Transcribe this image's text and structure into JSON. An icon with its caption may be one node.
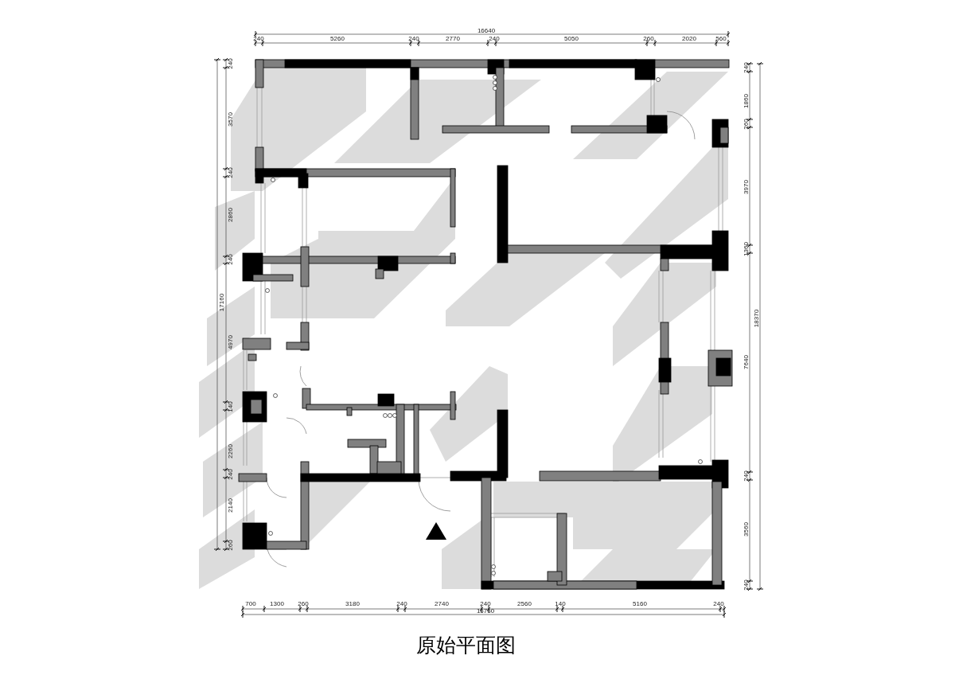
{
  "diagram": {
    "title": "原始平面图",
    "labels": [
      "16640",
      "240",
      "5260",
      "240",
      "2770",
      "240",
      "5050",
      "260",
      "2020",
      "560",
      "17160",
      "240",
      "3570",
      "240",
      "2860",
      "240",
      "4970",
      "140",
      "2260",
      "240",
      "2140",
      "260",
      "240",
      "1860",
      "260",
      "3970",
      "1360",
      "7640",
      "240",
      "3560",
      "240",
      "18370",
      "700",
      "1300",
      "260",
      "3180",
      "240",
      "2740",
      "240",
      "2560",
      "140",
      "5160",
      "240",
      "16760"
    ]
  }
}
